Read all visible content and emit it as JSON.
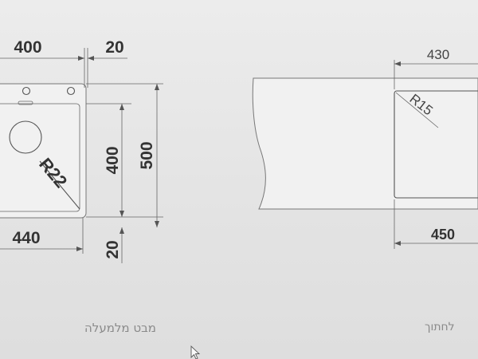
{
  "top_view": {
    "dim_width_top": "400",
    "dim_rim_top": "20",
    "dim_depth_inner": "400",
    "dim_depth_outer": "500",
    "dim_width_bottom": "440",
    "dim_rim_bottom": "20",
    "dim_radius": "R22",
    "caption": "מבט מלמעלה"
  },
  "cutout": {
    "dim_top": "430",
    "dim_radius": "R15",
    "dim_bottom": "450",
    "caption": "לחתוך"
  },
  "colors": {
    "background": "#e6e6e6",
    "line": "#555555",
    "text": "#333333",
    "caption": "#8a8a8a"
  },
  "icons": [
    "mouse-cursor-icon"
  ]
}
